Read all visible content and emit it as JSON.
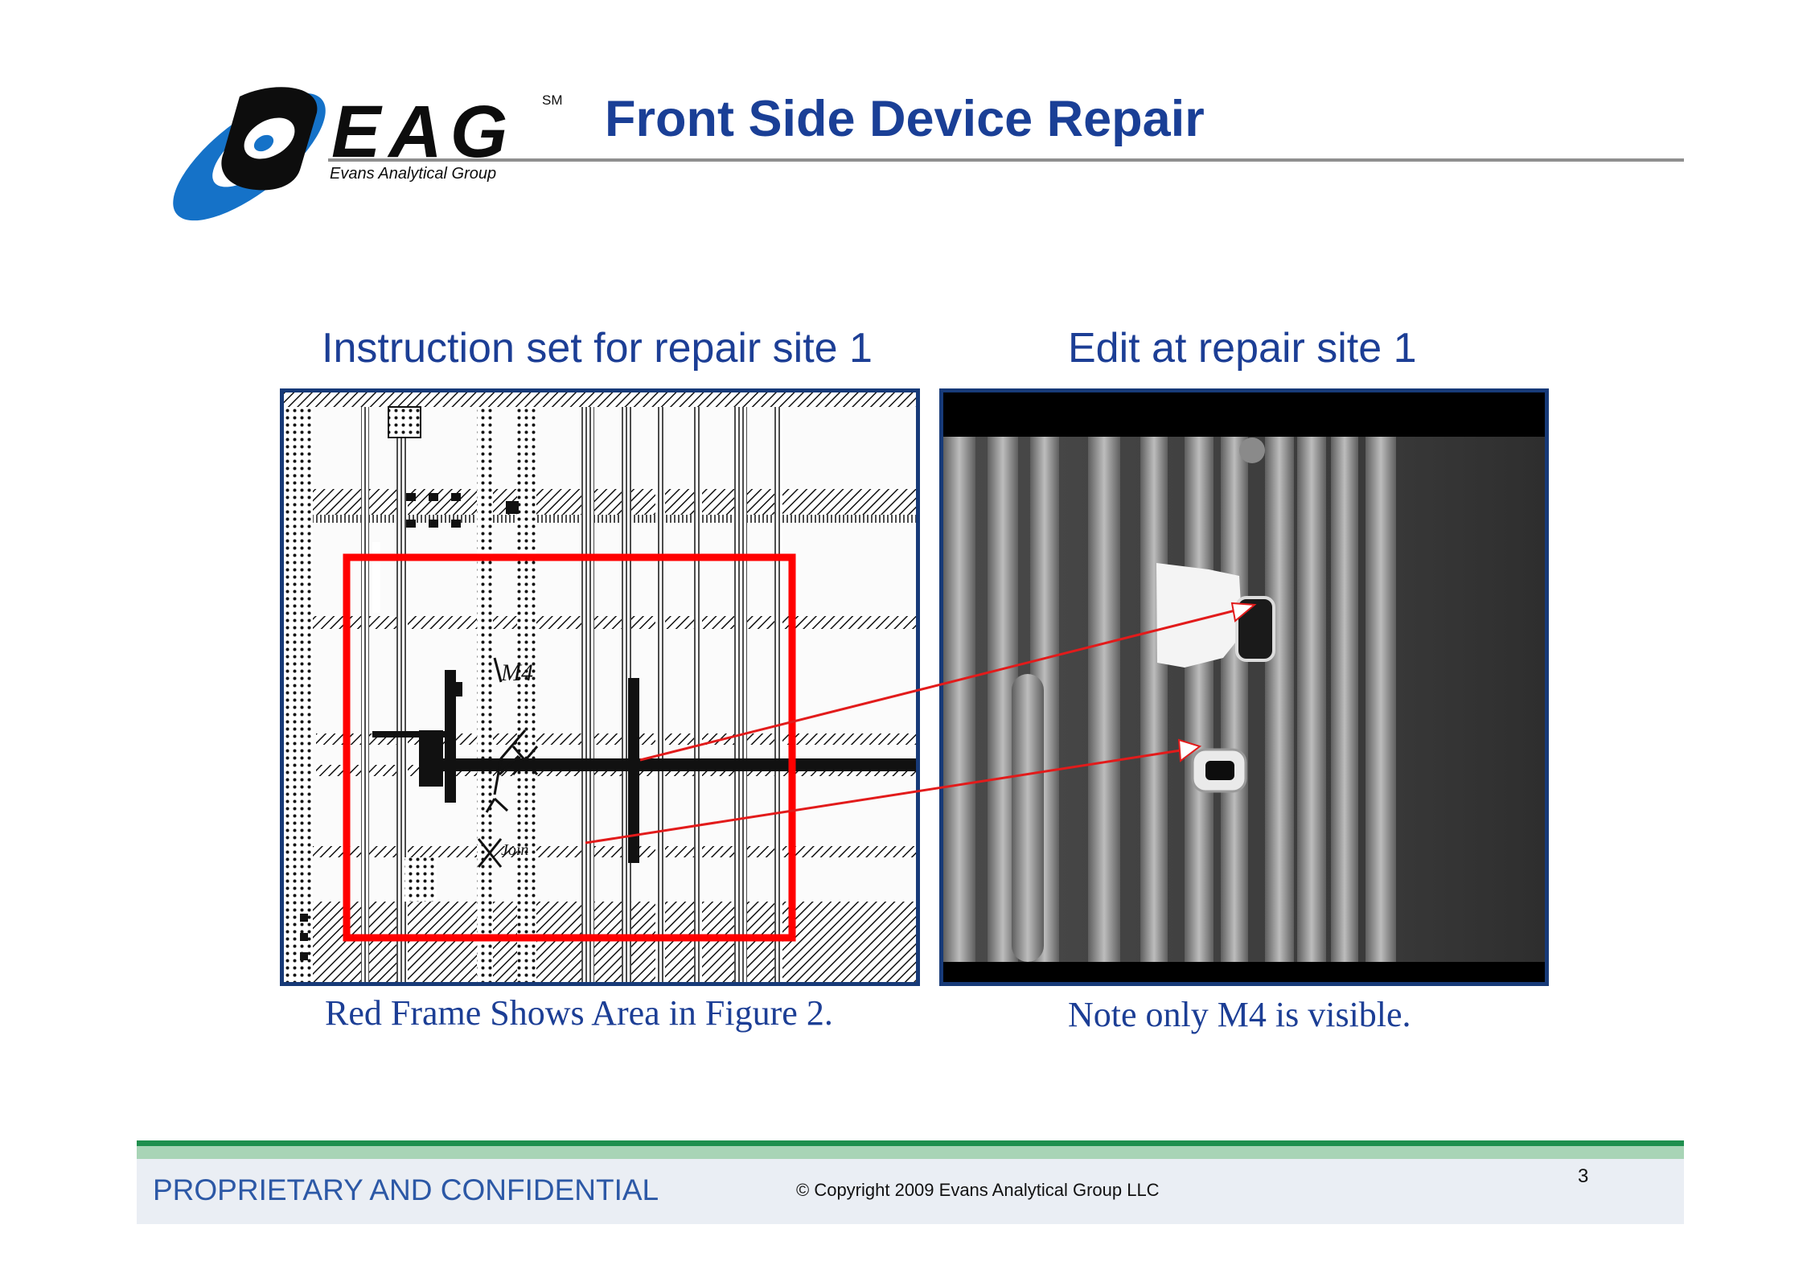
{
  "header": {
    "logo_text": "EAG",
    "logo_mark": "SM",
    "logo_subtitle": "Evans Analytical Group",
    "title": "Front Side Device Repair",
    "colors": {
      "title": "#1a3f96",
      "logo_blue": "#1572c8"
    }
  },
  "left_panel": {
    "heading": "Instruction set for repair site 1",
    "caption": "Red Frame Shows Area in Figure 2.",
    "annotations": {
      "layer": "M4",
      "note": "Join"
    },
    "frame_color": "#ff0000"
  },
  "right_panel": {
    "heading": "Edit at repair site 1",
    "caption": "Note only M4 is visible."
  },
  "footer": {
    "left": "PROPRIETARY AND CONFIDENTIAL",
    "copyright": "© Copyright 2009 Evans Analytical Group LLC",
    "page": "3"
  }
}
